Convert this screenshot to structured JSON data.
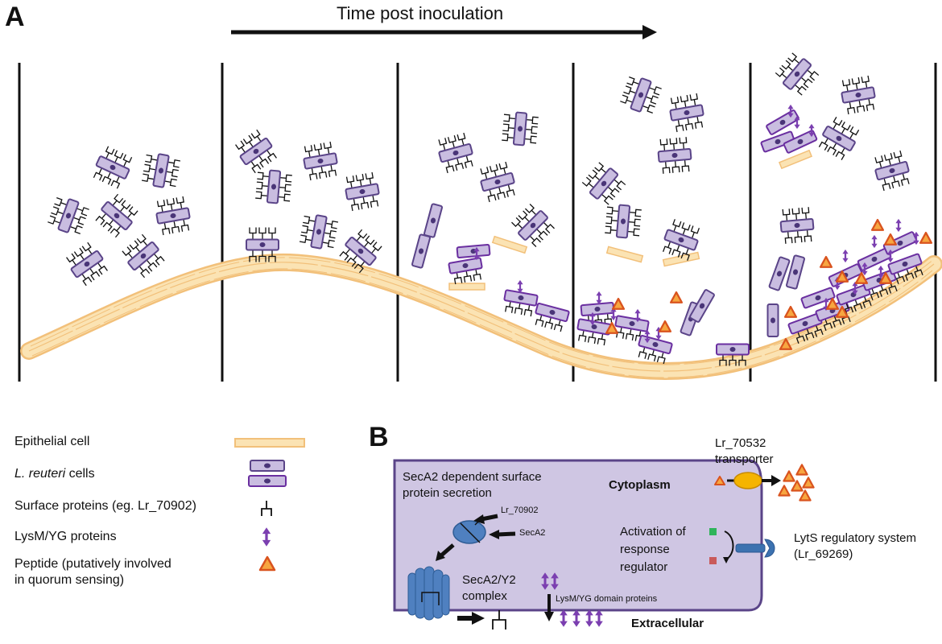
{
  "panel_a": {
    "letter": "A",
    "time_axis_label": "Time post inoculation"
  },
  "legend": {
    "epithelial_cell": "Epithelial cell",
    "reuteri_italic": "L. reuteri",
    "reuteri_rest": " cells",
    "surface_proteins": "Surface proteins (eg. Lr_70902)",
    "lysm_proteins": "LysM/YG proteins",
    "peptide_line1": "Peptide (putatively involved",
    "peptide_line2": "in quorum sensing)"
  },
  "panel_b": {
    "letter": "B",
    "secretion_line1": "SecA2 dependent surface",
    "secretion_line2": "protein secretion",
    "lr70902": "Lr_70902",
    "seca2": "SecA2",
    "complex_line1": "SecA2/Y2",
    "complex_line2": "complex",
    "cytoplasm": "Cytoplasm",
    "extracellular": "Extracellular",
    "transporter_line1": "Lr_70532",
    "transporter_line2": "transporter",
    "activation_line1": "Activation of",
    "activation_line2": "response",
    "activation_line3": "regulator",
    "lyts_line1": "LytS regulatory system",
    "lyts_line2": "(Lr_69269)",
    "lysm_domain": "LysM/YG domain proteins"
  },
  "colors": {
    "cell_fill": "#c9bde0",
    "cell_stroke": "#5a4488",
    "nucleus": "#4a3578",
    "cell_dark_stroke": "#6a2fa0",
    "epithelium_fill": "#fbe3b3",
    "epithelium_stroke": "#f2c07a",
    "peptide_fill": "#f7a640",
    "peptide_stroke": "#d9531e",
    "lysm": "#7b3fb0",
    "panel_b_fill": "#cfc6e3",
    "panel_b_stroke": "#5a4488",
    "complex_blue": "#4f80c0",
    "transporter": "#f5b400"
  }
}
